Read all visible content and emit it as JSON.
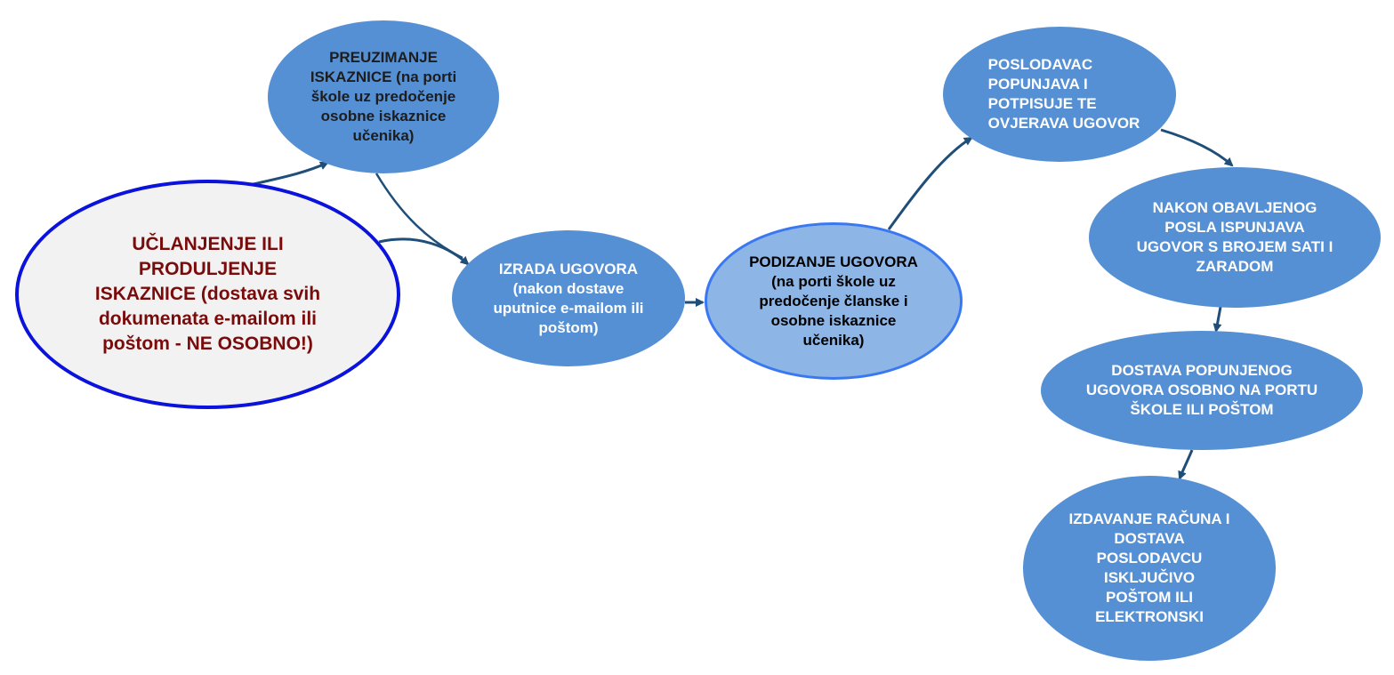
{
  "colors": {
    "node_fill": "#5590d4",
    "node_fill_light": "#8db5e6",
    "start_fill": "#f2f2f2",
    "start_border": "#0a12dc",
    "start_text": "#7a0b0b",
    "arrow": "#1f4e79"
  },
  "nodes": {
    "start": {
      "lines": [
        "UČLANJENJE ILI",
        "PRODULJENJE",
        "ISKAZNICE (dostava svih",
        "dokumenata e-mailom ili",
        "poštom - NE OSOBNO!)"
      ]
    },
    "preuzimanje": {
      "line1": "PREUZIMANJE",
      "line2_bold": "ISKAZNICE",
      "line2_rest": " (na porti",
      "line3": "škole uz predočenje",
      "line4": "osobne iskaznice",
      "line5": "učenika)"
    },
    "izrada": {
      "lines": [
        "IZRADA UGOVORA",
        "(nakon dostave",
        "uputnice e-mailom ili",
        "poštom)"
      ]
    },
    "podizanje": {
      "lines": [
        "PODIZANJE UGOVORA",
        "(na porti škole uz",
        "predočenje članske i",
        "osobne iskaznice",
        "učenika)"
      ]
    },
    "poslodavac": {
      "lines": [
        "POSLODAVAC",
        "POPUNJAVA I",
        "POTPISUJE TE",
        "OVJERAVA UGOVOR"
      ]
    },
    "nakon": {
      "lines": [
        "NAKON OBAVLJENOG",
        "POSLA ISPUNJAVA",
        "UGOVOR S BROJEM SATI I",
        "ZARADOM"
      ]
    },
    "dostava": {
      "lines": [
        "DOSTAVA POPUNJENOG",
        "UGOVORA OSOBNO NA PORTU",
        "ŠKOLE ILI POŠTOM"
      ]
    },
    "izdavanje": {
      "lines": [
        "IZDAVANJE RAČUNA I",
        "DOSTAVA",
        "POSLODAVCU",
        "ISKLJUČIVO",
        "POŠTOM ILI",
        "ELEKTRONSKI"
      ]
    }
  }
}
